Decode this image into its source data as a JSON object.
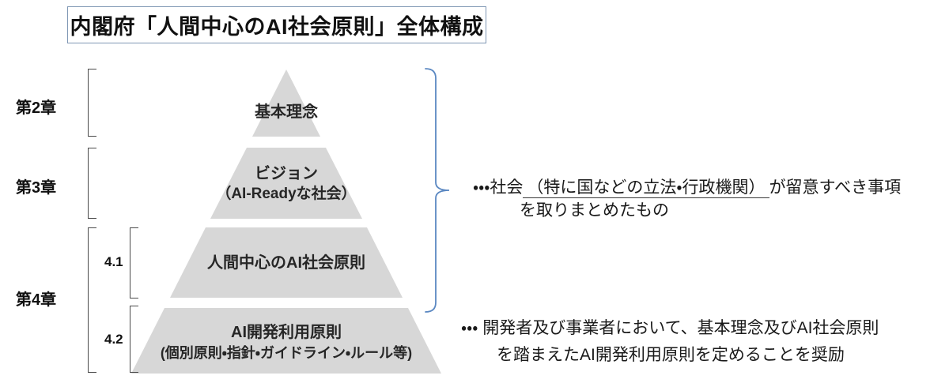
{
  "title": "内閣府「人間中心のAI社会原則」全体構成",
  "chapters": [
    {
      "label": "第2章"
    },
    {
      "label": "第3章"
    },
    {
      "label": "第4章"
    }
  ],
  "subsections": [
    {
      "label": "4.1"
    },
    {
      "label": "4.2"
    }
  ],
  "pyramid": {
    "levels": [
      {
        "line1": "基本理念",
        "line2": ""
      },
      {
        "line1": "ビジョン",
        "line2": "（AI-Readyな社会）"
      },
      {
        "line1": "人間中心のAI社会原則",
        "line2": ""
      },
      {
        "line1": "AI開発利用原則",
        "line2": "(個別原則・指針・ガイドライン・ルール等)"
      }
    ]
  },
  "annotations": [
    {
      "prefix": "・・・社会",
      "underlined": "（特に国などの立法・行政機関）",
      "suffix": "が留意すべき事項",
      "line2": "を取りまとめたもの"
    },
    {
      "line1": "・・・ 開発者及び事業者において、基本理念及びAI社会原則",
      "line2": "を踏まえたAI開発利用原則を定めることを奨励"
    }
  ],
  "colors": {
    "pyramid_fill": "#d7d7d7",
    "brace_blue": "#5b88c2",
    "bracket_gray": "#4a4a4a",
    "title_border": "#7f97b4"
  }
}
